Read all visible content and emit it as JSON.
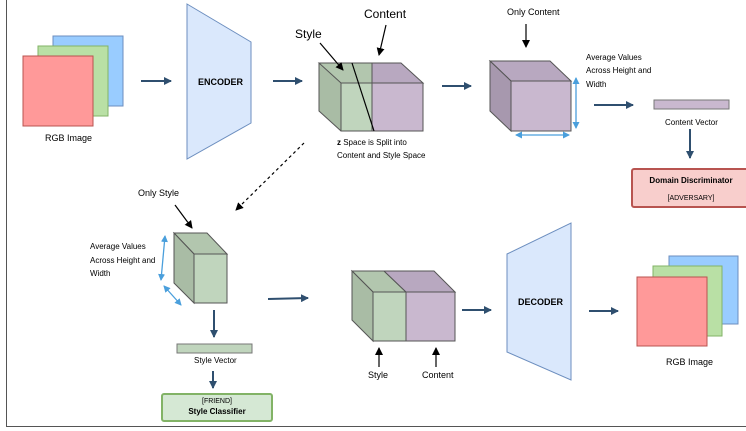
{
  "encoder": {
    "label": "ENCODER"
  },
  "decoder": {
    "label": "DECODER"
  },
  "input_image": {
    "caption": "RGB Image"
  },
  "output_image": {
    "caption": "RGB Image"
  },
  "top_latent": {
    "style_label": "Style",
    "content_label": "Content",
    "caption_bold": "z",
    "caption_line1": " Space is Split into",
    "caption_line2": "Content and Style Space"
  },
  "content_branch": {
    "label": "Only Content",
    "average_line1": "Average Values",
    "average_line2": "Across Height and",
    "average_line3": "Width",
    "vector_label": "Content Vector"
  },
  "domain_discriminator": {
    "title": "Domain Discriminator",
    "subtitle": "[ADVERSARY]"
  },
  "style_branch": {
    "label": "Only Style",
    "average_line1": "Average Values",
    "average_line2": "Across Height and",
    "average_line3": "Width",
    "vector_label": "Style Vector"
  },
  "style_classifier": {
    "subtitle": "[FRIEND]",
    "title": "Style Classifier"
  },
  "bottom_latent": {
    "style_label": "Style",
    "content_label": "Content"
  },
  "colors": {
    "image_red": "#ff9999",
    "image_green": "#b9e0a5",
    "image_blue": "#99ccff",
    "trapezoid_fill": "#dae8fc",
    "trapezoid_stroke": "#6c8ebf",
    "style_face": "#c0d5bd",
    "content_face": "#c9b8cf",
    "arrow": "#2f4f6f",
    "measure": "#4a9fdc"
  }
}
